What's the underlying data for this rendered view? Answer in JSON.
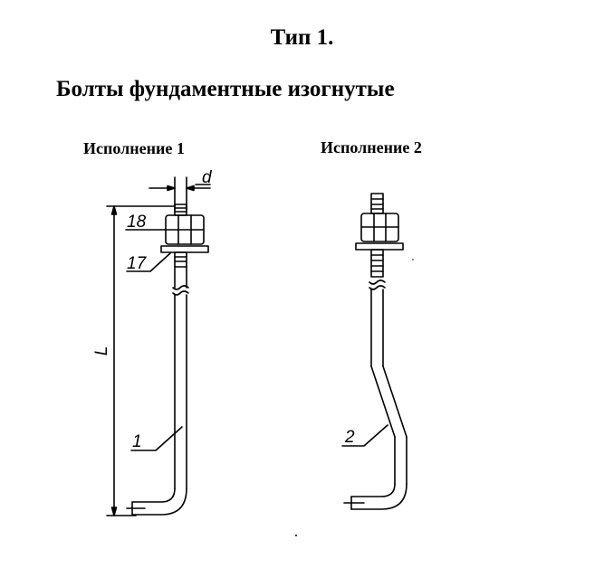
{
  "header": {
    "type_title": "Тип 1.",
    "main_title": "Болты фундаментные изогнутые"
  },
  "variants": [
    {
      "title": "Исполнение 1"
    },
    {
      "title": "Исполнение 2"
    }
  ],
  "labels": {
    "dimension_d": "d",
    "dimension_l": "L",
    "part_nut": "18",
    "part_washer": "17",
    "bolt_1": "1",
    "bolt_2": "2"
  }
}
